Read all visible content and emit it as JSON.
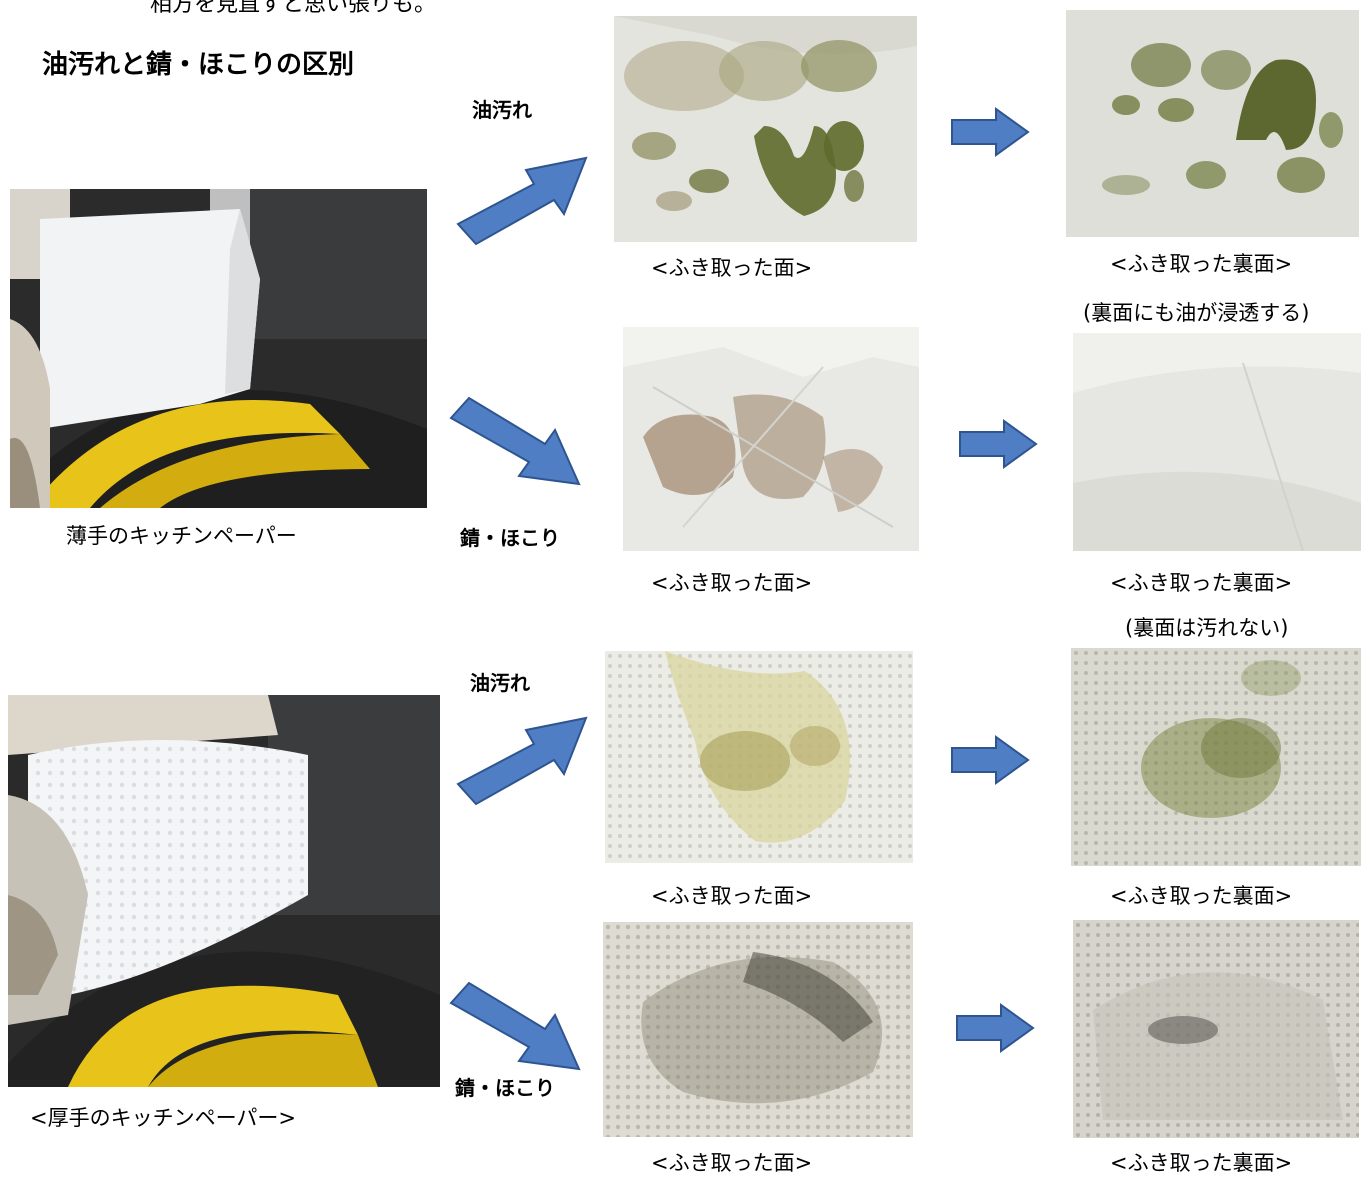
{
  "top_partial_text": "相方を見直すと思い張りも。",
  "title": "油汚れと錆・ほこりの区別",
  "labels": {
    "oil": "油汚れ",
    "rust_dust": "錆・ほこり"
  },
  "captions": {
    "thin_paper": "薄手のキッチンペーパー",
    "thick_paper": "<厚手のキッチンペーパー>",
    "wiped_face": "<ふき取った面>",
    "wiped_back": "<ふき取った裏面>",
    "note_oil_back": "(裏面にも油が浸透する)",
    "note_rust_back": "(裏面は汚れない)"
  },
  "colors": {
    "arrow_fill": "#4f7ec4",
    "arrow_stroke": "#2e5590",
    "roller_yellow": "#e8c31a",
    "oil_stain": "#5e6a2c",
    "rust_stain": "#8a6a48"
  },
  "icons": {
    "arrow_large": "diagonal-block-arrow-icon",
    "arrow_small": "right-block-arrow-icon"
  }
}
